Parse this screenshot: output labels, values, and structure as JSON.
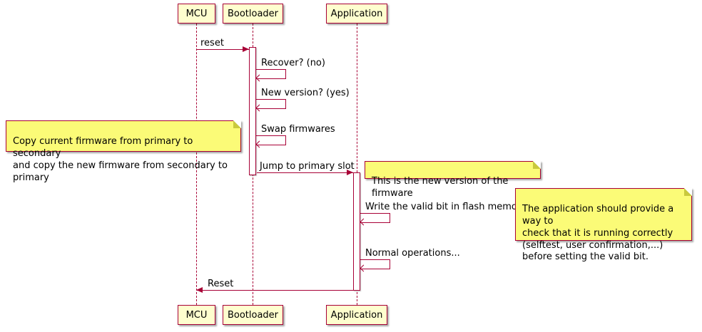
{
  "diagram_type": "sequence",
  "participants": [
    {
      "label": "MCU"
    },
    {
      "label": "Bootloader"
    },
    {
      "label": "Application"
    }
  ],
  "messages": [
    {
      "label": "reset",
      "from": "MCU",
      "to": "Bootloader"
    },
    {
      "label": "Recover? (no)",
      "from": "Bootloader",
      "to": "Bootloader"
    },
    {
      "label": "New version? (yes)",
      "from": "Bootloader",
      "to": "Bootloader"
    },
    {
      "label": "Swap firmwares",
      "from": "Bootloader",
      "to": "Bootloader"
    },
    {
      "label": "Jump to primary slot",
      "from": "Bootloader",
      "to": "Application"
    },
    {
      "label": "Write the valid bit in flash memory",
      "from": "Application",
      "to": "Application"
    },
    {
      "label": "Normal operations...",
      "from": "Application",
      "to": "Application"
    },
    {
      "label": "Reset",
      "from": "Application",
      "to": "MCU"
    }
  ],
  "notes": [
    {
      "text": "Copy current firmware from primary to secondary\nand copy the new firmware from secondary to primary"
    },
    {
      "text": "This is the new version of the firmware"
    },
    {
      "text": "The application should provide a way to\ncheck that it is running correctly\n(selftest, user confirmation,...)\nbefore setting the valid bit."
    }
  ],
  "colors": {
    "border": "#A80036",
    "participant_fill": "#FEFECE",
    "note_fill": "#FBFB77",
    "background": "#FFFFFF"
  }
}
